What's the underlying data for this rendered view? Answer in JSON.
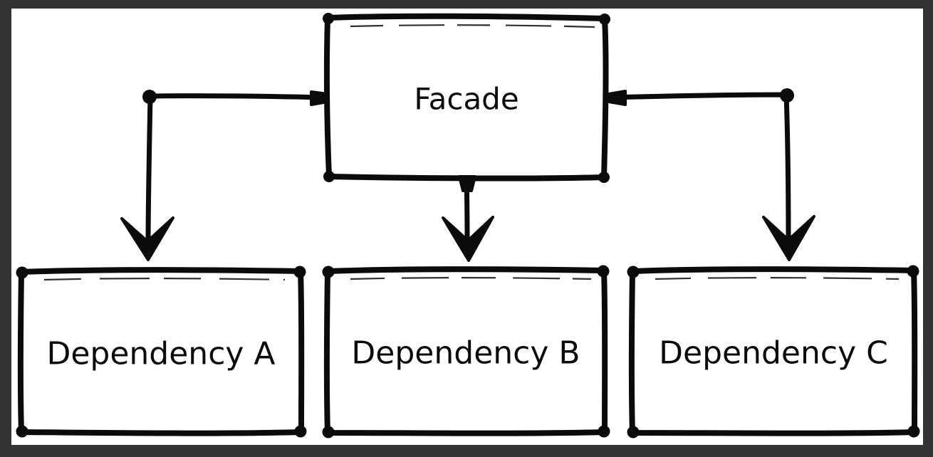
{
  "diagram": {
    "type": "flowchart",
    "style": "hand-drawn-sketch",
    "colors": {
      "frame_background": "#333333",
      "canvas": "#ffffff",
      "ink": "#0b0b0b"
    },
    "nodes": {
      "facade": {
        "label": "Facade"
      },
      "dependency_a": {
        "label": "Dependency A"
      },
      "dependency_b": {
        "label": "Dependency B"
      },
      "dependency_c": {
        "label": "Dependency C"
      }
    },
    "edges": [
      {
        "from": "Facade",
        "to": "Dependency A",
        "style": "elbow-arrow-down"
      },
      {
        "from": "Facade",
        "to": "Dependency B",
        "style": "straight-arrow-down"
      },
      {
        "from": "Facade",
        "to": "Dependency C",
        "style": "elbow-arrow-down"
      }
    ]
  }
}
